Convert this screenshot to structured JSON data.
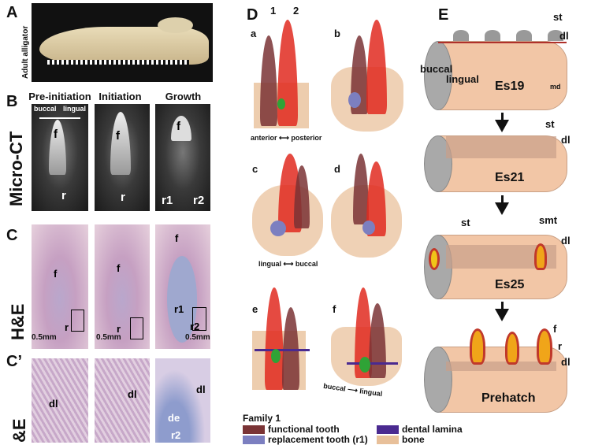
{
  "panel_a": {
    "label": "A",
    "caption": "Adult alligator"
  },
  "panel_b": {
    "label": "B",
    "row_label": "Micro-CT",
    "columns": [
      "Pre-initiation",
      "Initiation",
      "Growth"
    ],
    "axis": {
      "left": "buccal",
      "right": "lingual"
    },
    "marks": {
      "f": "f",
      "r": "r",
      "r1": "r1",
      "r2": "r2"
    }
  },
  "panel_c": {
    "label": "C",
    "row_label": "H&E",
    "marks": {
      "f": "f",
      "r": "r",
      "r1": "r1",
      "r2": "r2"
    },
    "scale": "0.5mm"
  },
  "panel_c2": {
    "label": "C’",
    "row_label": "&E",
    "marks": {
      "dl": "dl",
      "de": "de",
      "r2": "r2"
    }
  },
  "panel_d": {
    "label": "D",
    "families": [
      "1",
      "2"
    ],
    "subpanels": [
      "a",
      "b",
      "c",
      "d",
      "e",
      "f"
    ],
    "axes": {
      "ap": {
        "left": "anterior",
        "right": "posterior"
      },
      "lb": {
        "left": "lingual",
        "right": "buccal"
      },
      "bl": {
        "left": "buccal",
        "right": "lingual"
      }
    }
  },
  "legend": {
    "title": "Family 1",
    "items": [
      {
        "label": "functional tooth",
        "color": "#7a3335"
      },
      {
        "label": "replacement tooth (r1)",
        "color": "#7c7fc0"
      },
      {
        "label": "dental lamina",
        "color": "#4a2a90"
      },
      {
        "label": "bone",
        "color": "#e8c09a"
      }
    ]
  },
  "panel_e": {
    "label": "E",
    "stages": [
      "Es19",
      "Es21",
      "Es25",
      "Prehatch"
    ],
    "marks": {
      "st": "st",
      "dl": "dl",
      "buccal": "buccal",
      "lingual": "lingual",
      "md": "md",
      "smt": "smt",
      "f": "f",
      "r": "r"
    }
  }
}
